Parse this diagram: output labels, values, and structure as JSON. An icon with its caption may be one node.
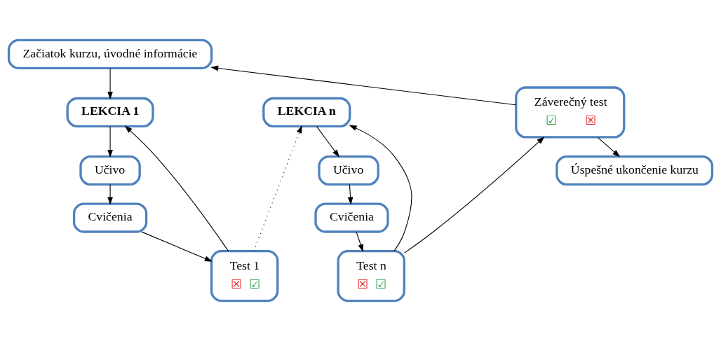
{
  "diagram": {
    "nodes": [
      {
        "text": [
          "Začiatok kurzu, úvodné informácie"
        ]
      },
      {
        "text": [
          "LEKCIA 1"
        ]
      },
      {
        "text": [
          "Učivo"
        ]
      },
      {
        "text": [
          "Cvičenia"
        ]
      },
      {
        "text": [
          "Test 1",
          "☒",
          "☑"
        ]
      },
      {
        "text": [
          "LEKCIA n"
        ]
      },
      {
        "text": [
          "Učivo"
        ]
      },
      {
        "text": [
          "Cvičenia"
        ]
      },
      {
        "text": [
          "Test n",
          "☒",
          "☑"
        ]
      },
      {
        "text": [
          "Záverečný test",
          "☑",
          "☒"
        ]
      },
      {
        "text": [
          "Úspešné ukončenie kurzu"
        ]
      }
    ],
    "edges": [
      {
        "from": 0,
        "to": 1,
        "arrow": "to"
      },
      {
        "from": 1,
        "to": 2,
        "arrow": "to"
      },
      {
        "from": 2,
        "to": 3,
        "arrow": "to"
      },
      {
        "from": 3,
        "to": 4,
        "arrow": "to"
      },
      {
        "from": 4,
        "to": 1,
        "arrow": "to"
      },
      {
        "from": 4,
        "to": 5,
        "arrow": "to",
        "style": "dashed"
      },
      {
        "from": 5,
        "to": 6,
        "arrow": "to"
      },
      {
        "from": 6,
        "to": 7,
        "arrow": "to"
      },
      {
        "from": 7,
        "to": 8,
        "arrow": "to"
      },
      {
        "from": 8,
        "to": 5,
        "arrow": "to"
      },
      {
        "from": 8,
        "to": 9,
        "arrow": "to"
      },
      {
        "from": 9,
        "to": 10,
        "arrow": "to"
      },
      {
        "from": 9,
        "to": 0,
        "arrow": "to"
      }
    ]
  }
}
